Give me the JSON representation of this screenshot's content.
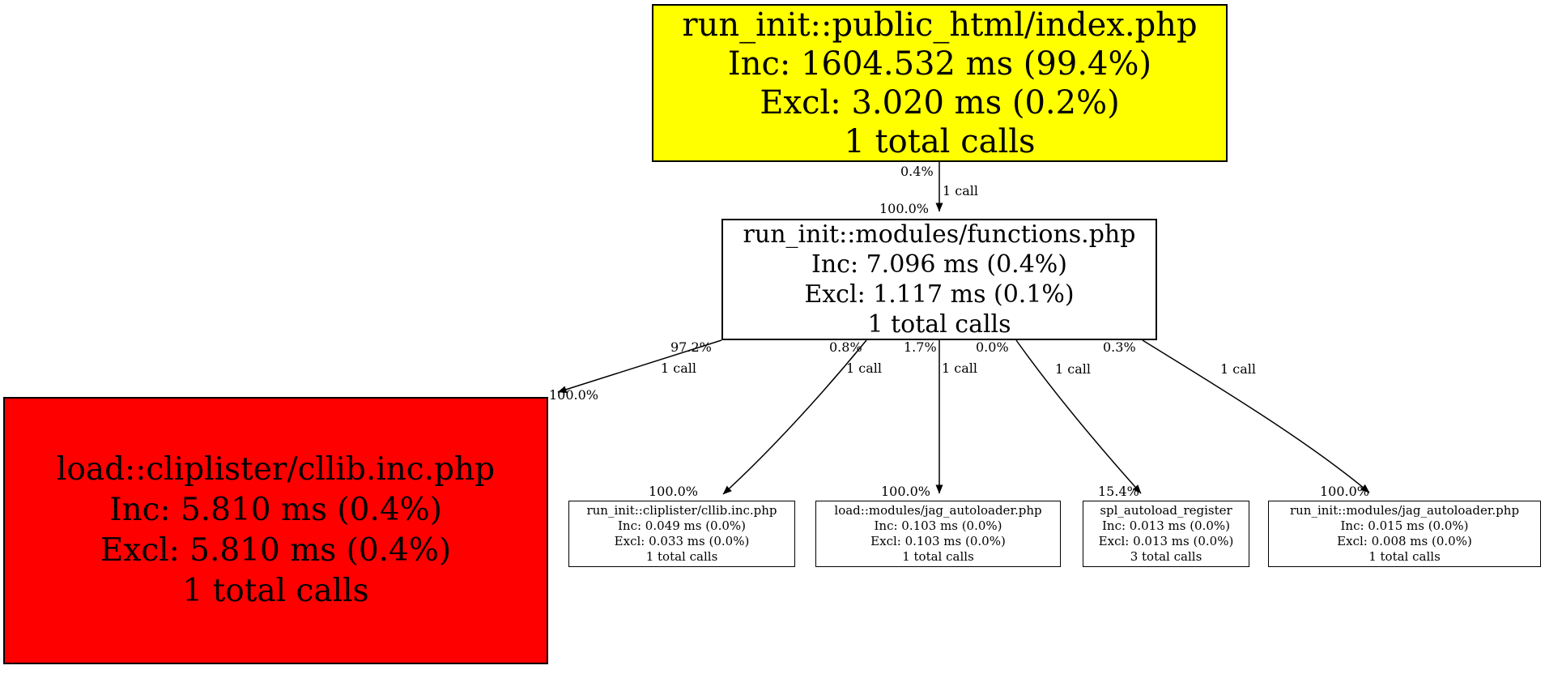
{
  "diagram": {
    "type": "call-graph",
    "background": "#ffffff",
    "nodes": [
      {
        "id": "index",
        "title": "run_init::public_html/index.php",
        "inc": "Inc: 1604.532 ms (99.4%)",
        "excl": "Excl: 3.020 ms (0.2%)",
        "calls": "1 total calls",
        "fill": "#ffff00"
      },
      {
        "id": "functions",
        "title": "run_init::modules/functions.php",
        "inc": "Inc: 7.096 ms (0.4%)",
        "excl": "Excl: 1.117 ms (0.1%)",
        "calls": "1 total calls",
        "fill": "#ffffff"
      },
      {
        "id": "cllib-load",
        "title": "load::cliplister/cllib.inc.php",
        "inc": "Inc: 5.810 ms (0.4%)",
        "excl": "Excl: 5.810 ms (0.4%)",
        "calls": "1 total calls",
        "fill": "#ff0000"
      },
      {
        "id": "cllib-run",
        "title": "run_init::cliplister/cllib.inc.php",
        "inc": "Inc: 0.049 ms (0.0%)",
        "excl": "Excl: 0.033 ms (0.0%)",
        "calls": "1 total calls",
        "fill": "#ffffff"
      },
      {
        "id": "jag-load",
        "title": "load::modules/jag_autoloader.php",
        "inc": "Inc: 0.103 ms (0.0%)",
        "excl": "Excl: 0.103 ms (0.0%)",
        "calls": "1 total calls",
        "fill": "#ffffff"
      },
      {
        "id": "spl",
        "title": "spl_autoload_register",
        "inc": "Inc: 0.013 ms (0.0%)",
        "excl": "Excl: 0.013 ms (0.0%)",
        "calls": "3 total calls",
        "fill": "#ffffff"
      },
      {
        "id": "jag-run",
        "title": "run_init::modules/jag_autoloader.php",
        "inc": "Inc: 0.015 ms (0.0%)",
        "excl": "Excl: 0.008 ms (0.0%)",
        "calls": "1 total calls",
        "fill": "#ffffff"
      }
    ],
    "edges": [
      {
        "from": "index",
        "to": "functions",
        "pct": "0.4%",
        "calls": "1 call",
        "target_pct": "100.0%"
      },
      {
        "from": "functions",
        "to": "cllib-load",
        "pct": "97.2%",
        "calls": "1 call",
        "target_pct": "100.0%"
      },
      {
        "from": "functions",
        "to": "cllib-run",
        "pct": "0.8%",
        "calls": "1 call",
        "target_pct": "100.0%"
      },
      {
        "from": "functions",
        "to": "jag-load",
        "pct": "1.7%",
        "calls": "1 call",
        "target_pct": "100.0%"
      },
      {
        "from": "functions",
        "to": "spl",
        "pct": "0.0%",
        "calls": "1 call",
        "target_pct": "15.4%"
      },
      {
        "from": "functions",
        "to": "jag-run",
        "pct": "0.3%",
        "calls": "1 call",
        "target_pct": "100.0%"
      }
    ]
  }
}
